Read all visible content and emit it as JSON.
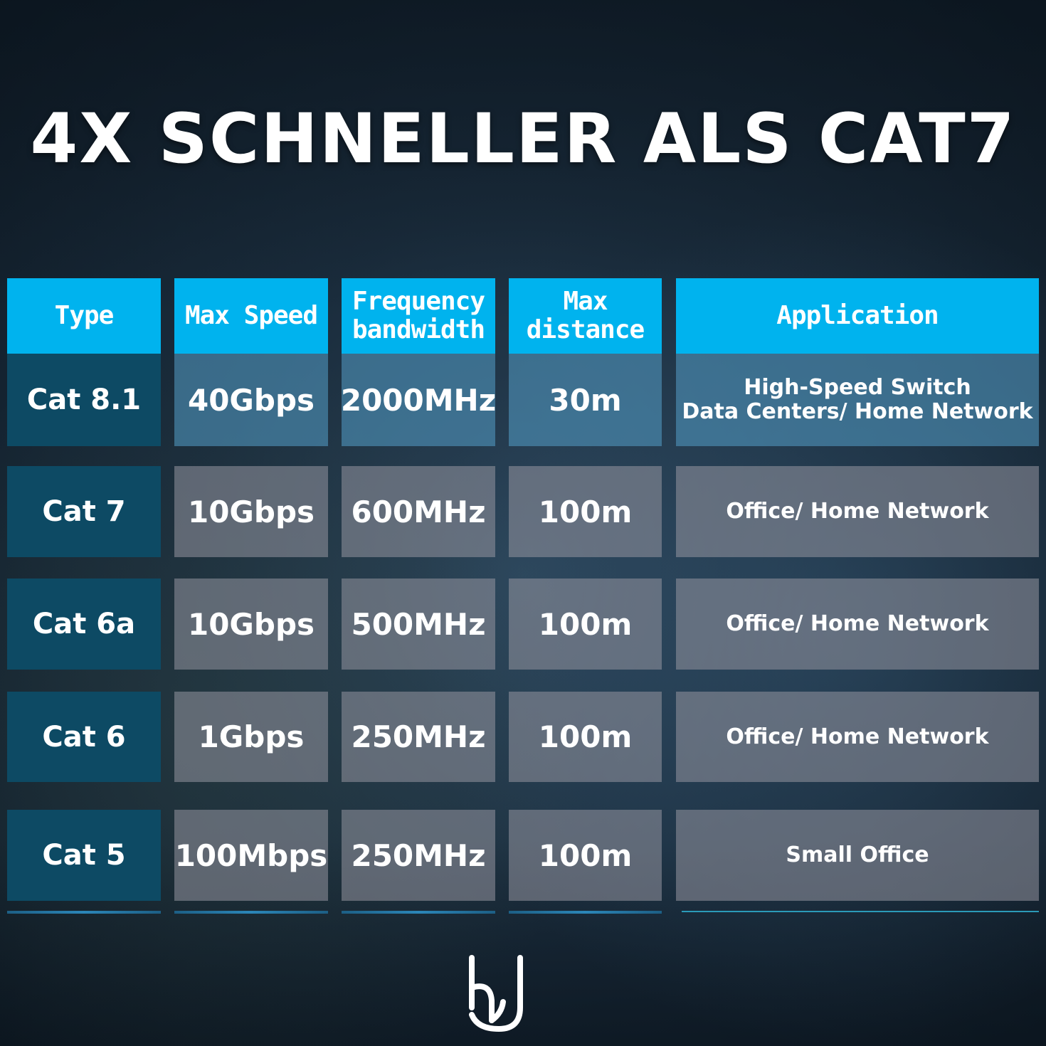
{
  "title": "4X SCHNELLER ALS CAT7",
  "headers": {
    "type": "Type",
    "max_speed": "Max Speed",
    "frequency_line1": "Frequency",
    "frequency_line2": "bandwidth",
    "distance_line1": "Max",
    "distance_line2": "distance",
    "application": "Application"
  },
  "rows": [
    {
      "type": "Cat 8.1",
      "speed": "40Gbps",
      "frequency": "2000MHz",
      "distance": "30m",
      "app_line1": "High-Speed Switch",
      "app_line2": "Data Centers/ Home Network"
    },
    {
      "type": "Cat 7",
      "speed": "10Gbps",
      "frequency": "600MHz",
      "distance": "100m",
      "app_line1": "Office/ Home Network",
      "app_line2": ""
    },
    {
      "type": "Cat 6a",
      "speed": "10Gbps",
      "frequency": "500MHz",
      "distance": "100m",
      "app_line1": "Office/ Home Network",
      "app_line2": ""
    },
    {
      "type": "Cat 6",
      "speed": "1Gbps",
      "frequency": "250MHz",
      "distance": "100m",
      "app_line1": "Office/ Home Network",
      "app_line2": ""
    },
    {
      "type": "Cat 5",
      "speed": "100Mbps",
      "frequency": "250MHz",
      "distance": "100m",
      "app_line1": "Small Office",
      "app_line2": ""
    }
  ],
  "colors": {
    "header_blue": "#00b3ee",
    "type_column": "#0d4a64",
    "value_cells": "#8e8e98"
  },
  "logo": "brand-logo-icon"
}
